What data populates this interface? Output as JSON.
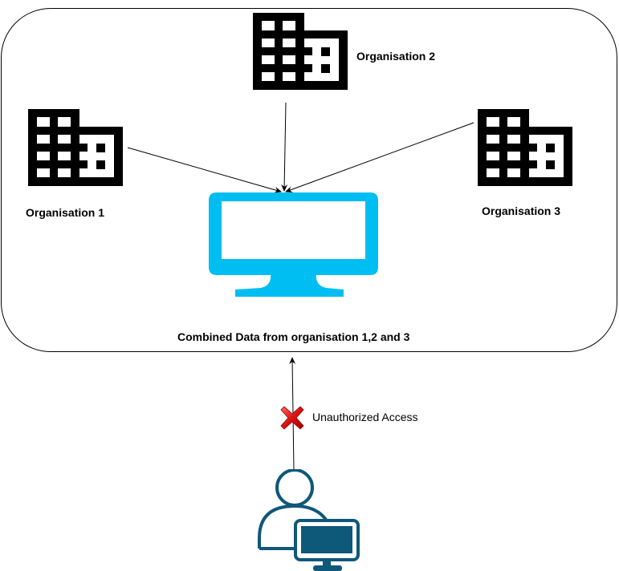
{
  "diagram": {
    "organisations": [
      {
        "label": "Organisation 1"
      },
      {
        "label": "Organisation 2"
      },
      {
        "label": "Organisation 3"
      }
    ],
    "central_system_label": "Combined Data from organisation 1,2 and 3",
    "access_attempt_label": "Unauthorized Access",
    "colors": {
      "monitor": "#00BEF2",
      "user": "#0E5879",
      "denied": "#DD1111",
      "building": "#000000"
    },
    "icons": {
      "building": "building-icon",
      "monitor": "monitor-icon",
      "user": "user-workstation-icon",
      "denied": "cross-icon"
    }
  }
}
